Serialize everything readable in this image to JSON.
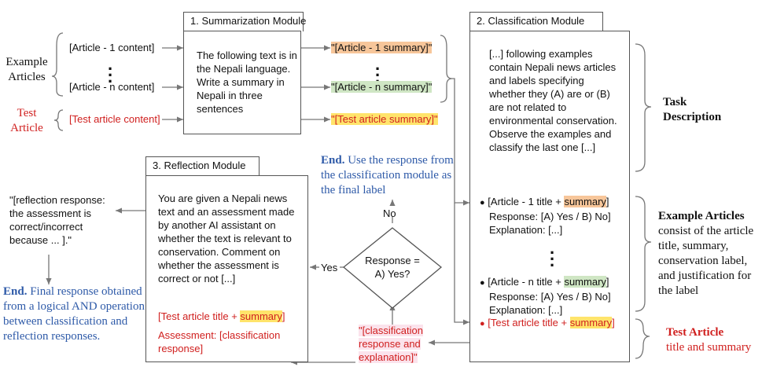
{
  "left": {
    "example_label": "Example\nArticles",
    "test_label": "Test\nArticle",
    "article1": "[Article - 1 content]",
    "articlen": "[Article - n content]",
    "test_content": "[Test article content]"
  },
  "summ": {
    "title": "1. Summarization Module",
    "text": "The following text is in the Nepali language. Write a summary in Nepali in three sentences",
    "out1": "\"[Article - 1 summary]\"",
    "outn": "\"[Article - n summary]\"",
    "outtest": "\"[Test article summary]\""
  },
  "class": {
    "title": "2. Classification Module",
    "desc": "[...] following examples contain Nepali news articles and labels specifying whether they (A) are or (B) are not related to environmental conservation. Observe the examples and classify the last one [...]",
    "ex1_prefix": "[Article - 1 title + ",
    "exn_prefix": "[Article - n title + ",
    "summary_word": "summary",
    "close_bracket": "]",
    "response": "Response: [A) Yes / B) No]",
    "explanation": "Explanation: [...]",
    "test_prefix": "[Test article title + "
  },
  "right": {
    "task_label": "Task\nDescription",
    "example_title": "Example Articles",
    "example_desc": "consist of the article title, summary, conservation label, and justification for the label",
    "test_title": "Test Article",
    "test_desc": "title and summary"
  },
  "refl": {
    "title": "3. Reflection Module",
    "text": "You are given a Nepali news text and an assessment made by another AI assistant on whether the text is relevant to conservation. Comment on whether the assessment is correct or not [...]",
    "test_prefix": "[Test article title + ",
    "assessment": "Assessment: [classification response]",
    "response": "\"[reflection response: the assessment is correct/incorrect because ... ].\""
  },
  "decision": {
    "question": "Response =\nA) Yes?",
    "yes": "Yes",
    "no": "No",
    "end_bold": "End.",
    "end_text": " Use the response from the classification module as the final label",
    "class_response": "\"[classification response and explanation]\""
  },
  "final": {
    "end_bold": "End.",
    "end_text": " Final response obtained from a logical AND operation between classification and reflection responses."
  }
}
